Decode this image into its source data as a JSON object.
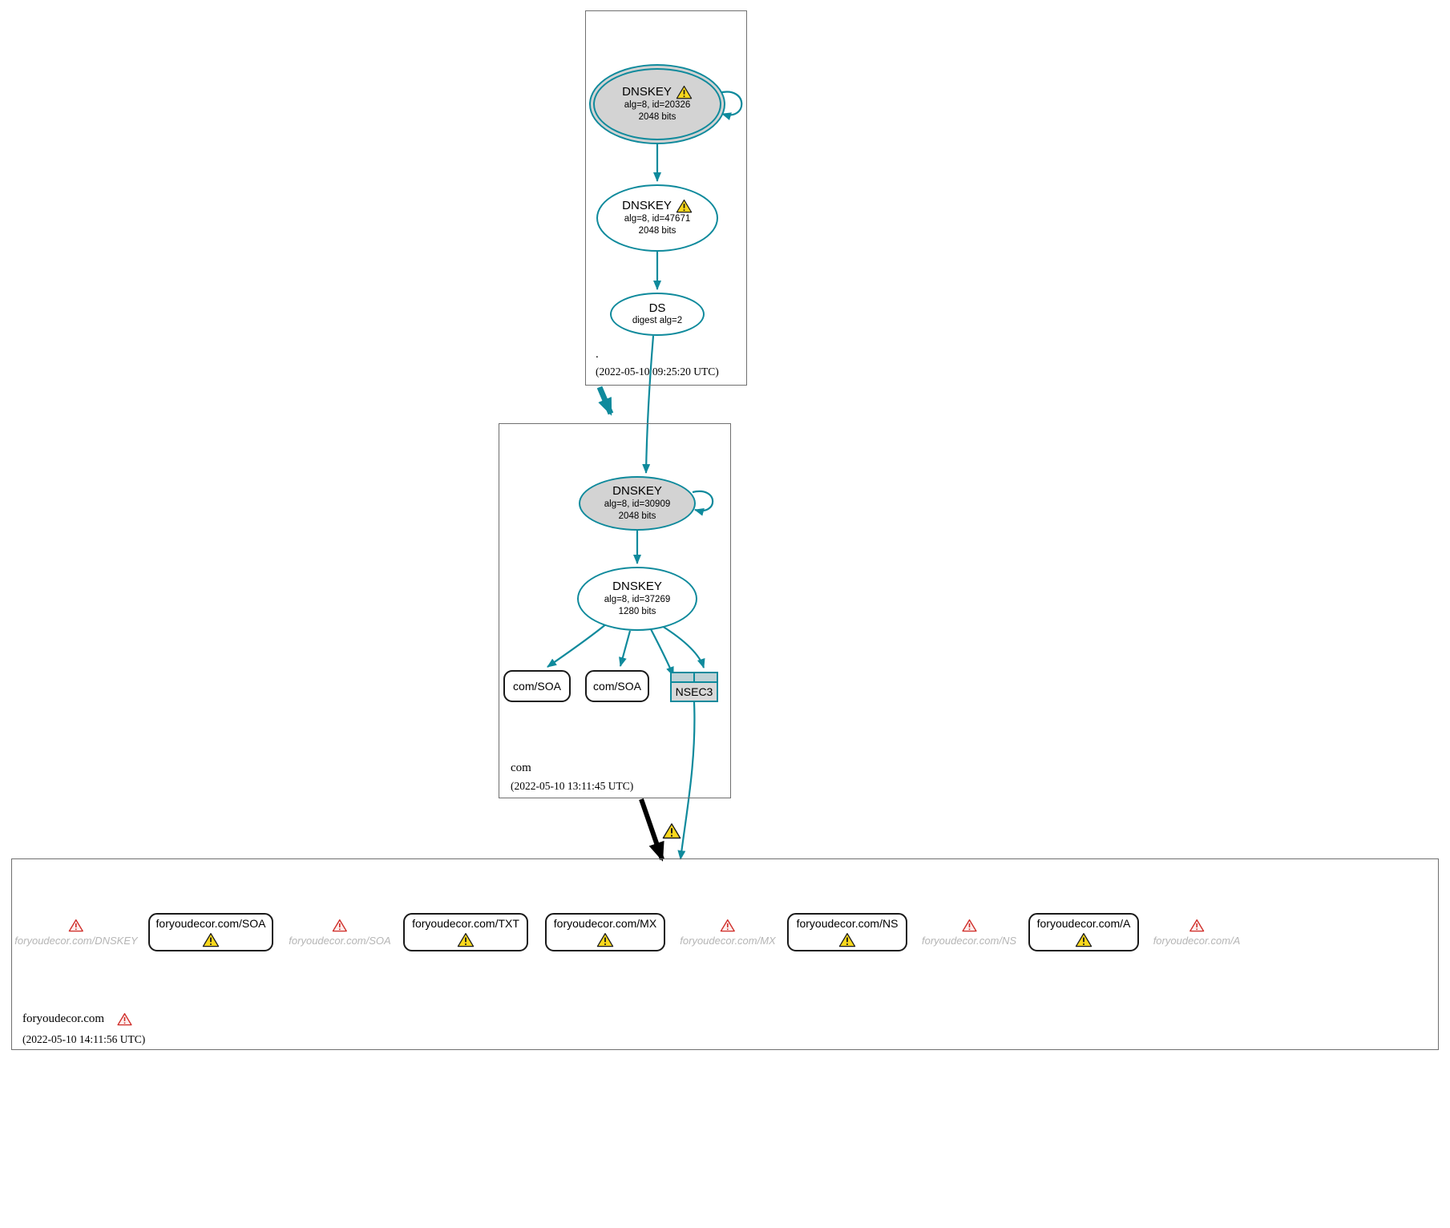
{
  "colors": {
    "edge_teal": "#0f8a9c",
    "warning_yellow": "#f9d71c",
    "error_red": "#cf2b27",
    "ksk_fill": "#d3d3d3"
  },
  "root_zone": {
    "name": ".",
    "timestamp": "(2022-05-10 09:25:20 UTC)",
    "ksk": {
      "title": "DNSKEY",
      "alg": "alg=8, id=20326",
      "bits": "2048 bits"
    },
    "zsk": {
      "title": "DNSKEY",
      "alg": "alg=8, id=47671",
      "bits": "2048 bits"
    },
    "ds": {
      "title": "DS",
      "digest": "digest alg=2"
    }
  },
  "com_zone": {
    "name": "com",
    "timestamp": "(2022-05-10 13:11:45 UTC)",
    "ksk": {
      "title": "DNSKEY",
      "alg": "alg=8, id=30909",
      "bits": "2048 bits"
    },
    "zsk": {
      "title": "DNSKEY",
      "alg": "alg=8, id=37269",
      "bits": "1280 bits"
    },
    "soa1_label": "com/SOA",
    "soa2_label": "com/SOA",
    "nsec3_label": "NSEC3"
  },
  "foryoudecor_zone": {
    "name": "foryoudecor.com",
    "timestamp": "(2022-05-10 14:11:56 UTC)",
    "items": [
      {
        "label": "foryoudecor.com/DNSKEY",
        "type": "ghost"
      },
      {
        "label": "foryoudecor.com/SOA",
        "type": "rrset"
      },
      {
        "label": "foryoudecor.com/SOA",
        "type": "ghost"
      },
      {
        "label": "foryoudecor.com/TXT",
        "type": "rrset"
      },
      {
        "label": "foryoudecor.com/MX",
        "type": "rrset"
      },
      {
        "label": "foryoudecor.com/MX",
        "type": "ghost"
      },
      {
        "label": "foryoudecor.com/NS",
        "type": "rrset"
      },
      {
        "label": "foryoudecor.com/NS",
        "type": "ghost"
      },
      {
        "label": "foryoudecor.com/A",
        "type": "rrset"
      },
      {
        "label": "foryoudecor.com/A",
        "type": "ghost"
      }
    ]
  }
}
